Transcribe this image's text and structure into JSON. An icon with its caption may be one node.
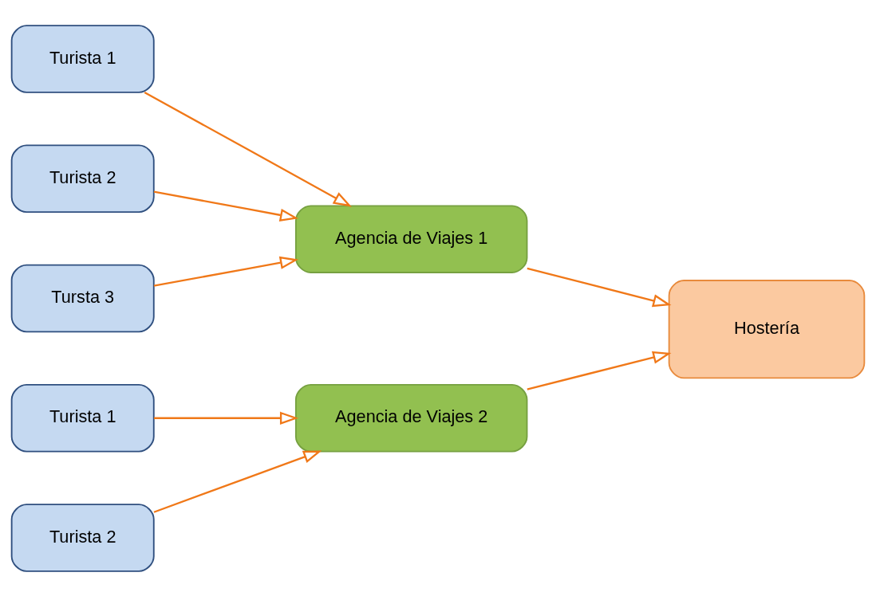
{
  "diagram": {
    "nodes": [
      {
        "text": [
          "Turista 1"
        ]
      },
      {
        "text": [
          "Turista 2"
        ]
      },
      {
        "text": [
          "Tursta 3"
        ]
      },
      {
        "text": [
          "Agencia de Viajes 1"
        ]
      },
      {
        "text": [
          "Hostería"
        ]
      },
      {
        "text": [
          "Turista 1"
        ]
      },
      {
        "text": [
          "Agencia de Viajes 2"
        ]
      },
      {
        "text": [
          "Turista 2"
        ]
      }
    ],
    "edges": [
      {
        "from": 0,
        "to": 3,
        "arrow": "to"
      },
      {
        "from": 1,
        "to": 3,
        "arrow": "to"
      },
      {
        "from": 2,
        "to": 3,
        "arrow": "to"
      },
      {
        "from": 3,
        "to": 4,
        "arrow": "to"
      },
      {
        "from": 5,
        "to": 6,
        "arrow": "to"
      },
      {
        "from": 7,
        "to": 6,
        "arrow": "to"
      },
      {
        "from": 6,
        "to": 4,
        "arrow": "to"
      }
    ]
  }
}
